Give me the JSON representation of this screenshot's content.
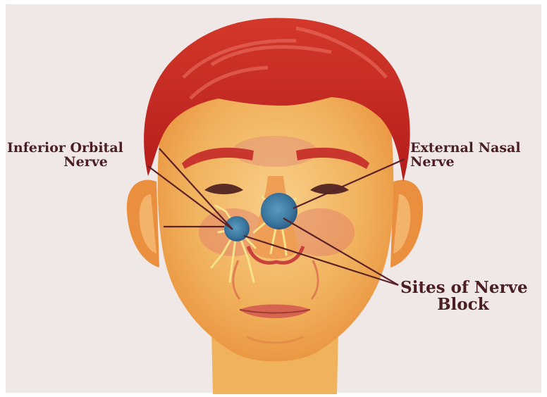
{
  "labels": {
    "inferior_orbital": {
      "line1": "Inferior Orbital",
      "line2": "Nerve"
    },
    "external_nasal": {
      "line1": "External Nasal",
      "line2": "Nerve"
    },
    "sites_of_nerve_block": {
      "line1": "Sites of Nerve",
      "line2": "Block"
    }
  },
  "colors": {
    "background": "#efe8e6",
    "label_text": "#4a1e22",
    "leader_line": "#5a2228",
    "hair": "#c8251e",
    "skin": "#f3b25c",
    "block_site": "#3f7fa0",
    "nerve": "#f4e38a"
  }
}
